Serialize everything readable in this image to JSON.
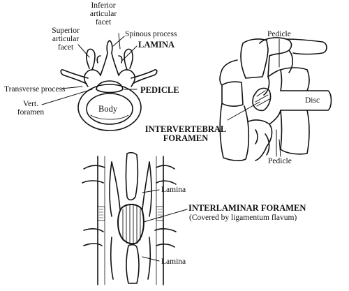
{
  "labels": {
    "inferior_articular_facet_1": "Inferior",
    "inferior_articular_facet_2": "articular",
    "inferior_articular_facet_3": "facet",
    "superior_articular_facet_1": "Superior",
    "superior_articular_facet_2": "articular",
    "superior_articular_facet_3": "facet",
    "spinous_process": "Spinous process",
    "lamina_top": "LAMINA",
    "transverse_process": "Transverse process",
    "pedicle_top": "PEDICLE",
    "vert_foramen_1": "Vert.",
    "vert_foramen_2": "foramen",
    "body": "Body",
    "pedicle_side_top": "Pedicle",
    "disc": "Disc",
    "intervertebral_1": "INTERVERTEBRAL",
    "intervertebral_2": "FORAMEN",
    "pedicle_side_bottom": "Pedicle",
    "lamina_back_top": "Lamina",
    "interlaminar": "INTERLAMINAR FORAMEN",
    "interlaminar_note": "(Covered by ligamentum flavum)",
    "lamina_back_bottom": "Lamina"
  },
  "colors": {
    "ink": "#111111",
    "paper": "#ffffff"
  }
}
